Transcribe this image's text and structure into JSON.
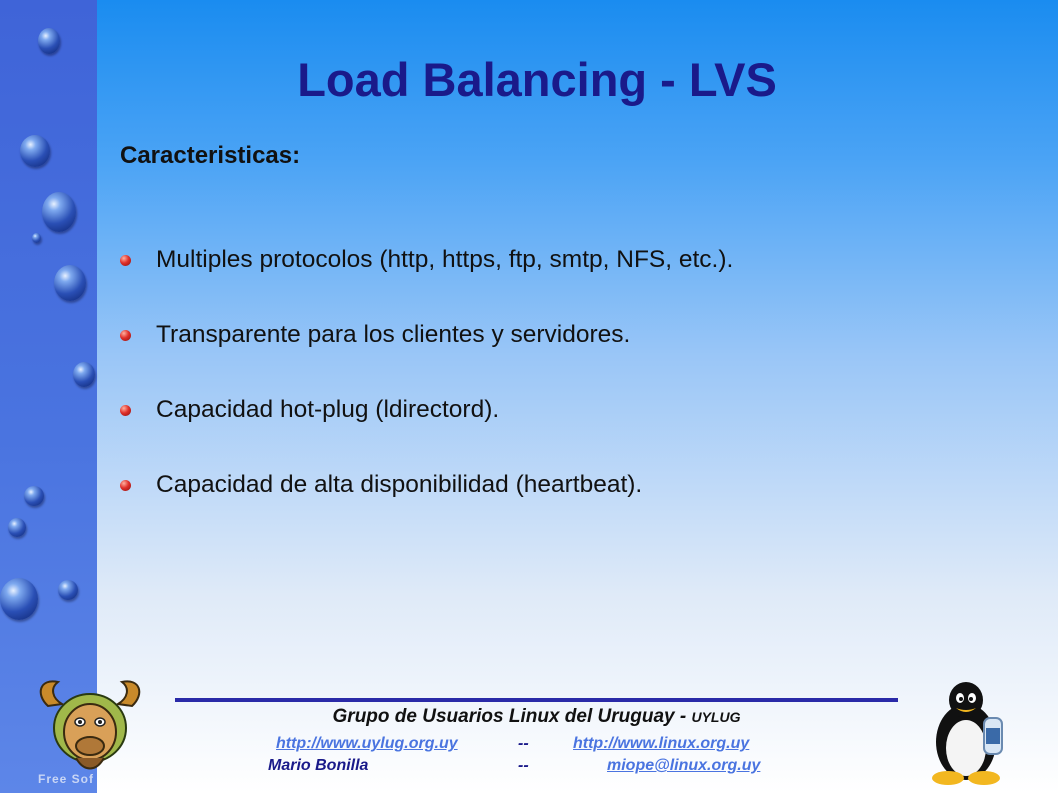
{
  "slide": {
    "title": "Load Balancing - LVS",
    "subtitle": "Caracteristicas:",
    "bullets": [
      "Multiples protocolos (http, https, ftp, smtp, NFS, etc.).",
      "Transparente para los clientes y servidores.",
      "Capacidad hot-plug (ldirectord).",
      "Capacidad de alta disponibilidad (heartbeat)."
    ]
  },
  "footer": {
    "group": "Grupo de Usuarios Linux del Uruguay - ",
    "org": "UYLUG",
    "link1": "http://www.uylug.org.uy",
    "sep1": "--",
    "link2": "http://www.linux.org.uy",
    "author": "Mario Bonilla",
    "sep2": "--",
    "email": "miope@linux.org.uy"
  },
  "logos": {
    "left": "gnu-logo",
    "left_text": "Free Sof",
    "right": "tux-logo"
  },
  "colors": {
    "title": "#1a1a8a",
    "sidebar": "#4a74e0",
    "bullet": "#e0302a",
    "footer_line": "#2a2aa8",
    "link": "#4a74e0"
  }
}
